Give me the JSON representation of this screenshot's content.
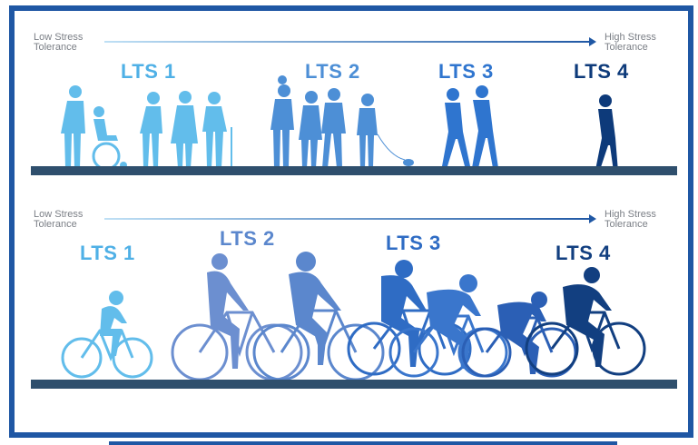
{
  "pedestrian": {
    "low_label": "Low Stress\nTolerance",
    "high_label": "High Stress\nTolerance",
    "levels": [
      {
        "label": "LTS 1",
        "color": "#4fb0e6"
      },
      {
        "label": "LTS 2",
        "color": "#4d8fd6"
      },
      {
        "label": "LTS 3",
        "color": "#2f75cf"
      },
      {
        "label": "LTS 4",
        "color": "#0d3a7a"
      }
    ]
  },
  "cyclist": {
    "low_label": "Low Stress\nTolerance",
    "high_label": "High Stress\nTolerance",
    "levels": [
      {
        "label": "LTS 1",
        "color": "#4fb0e6"
      },
      {
        "label": "LTS 2",
        "color": "#5b87cd"
      },
      {
        "label": "LTS 3",
        "color": "#2f6cc4"
      },
      {
        "label": "LTS 4",
        "color": "#123f80"
      }
    ]
  },
  "colors": {
    "frame": "#1f57a4",
    "ground": "#2f4f6d",
    "arrow_start": "#bfe0f5",
    "arrow_end": "#1f57a4"
  }
}
